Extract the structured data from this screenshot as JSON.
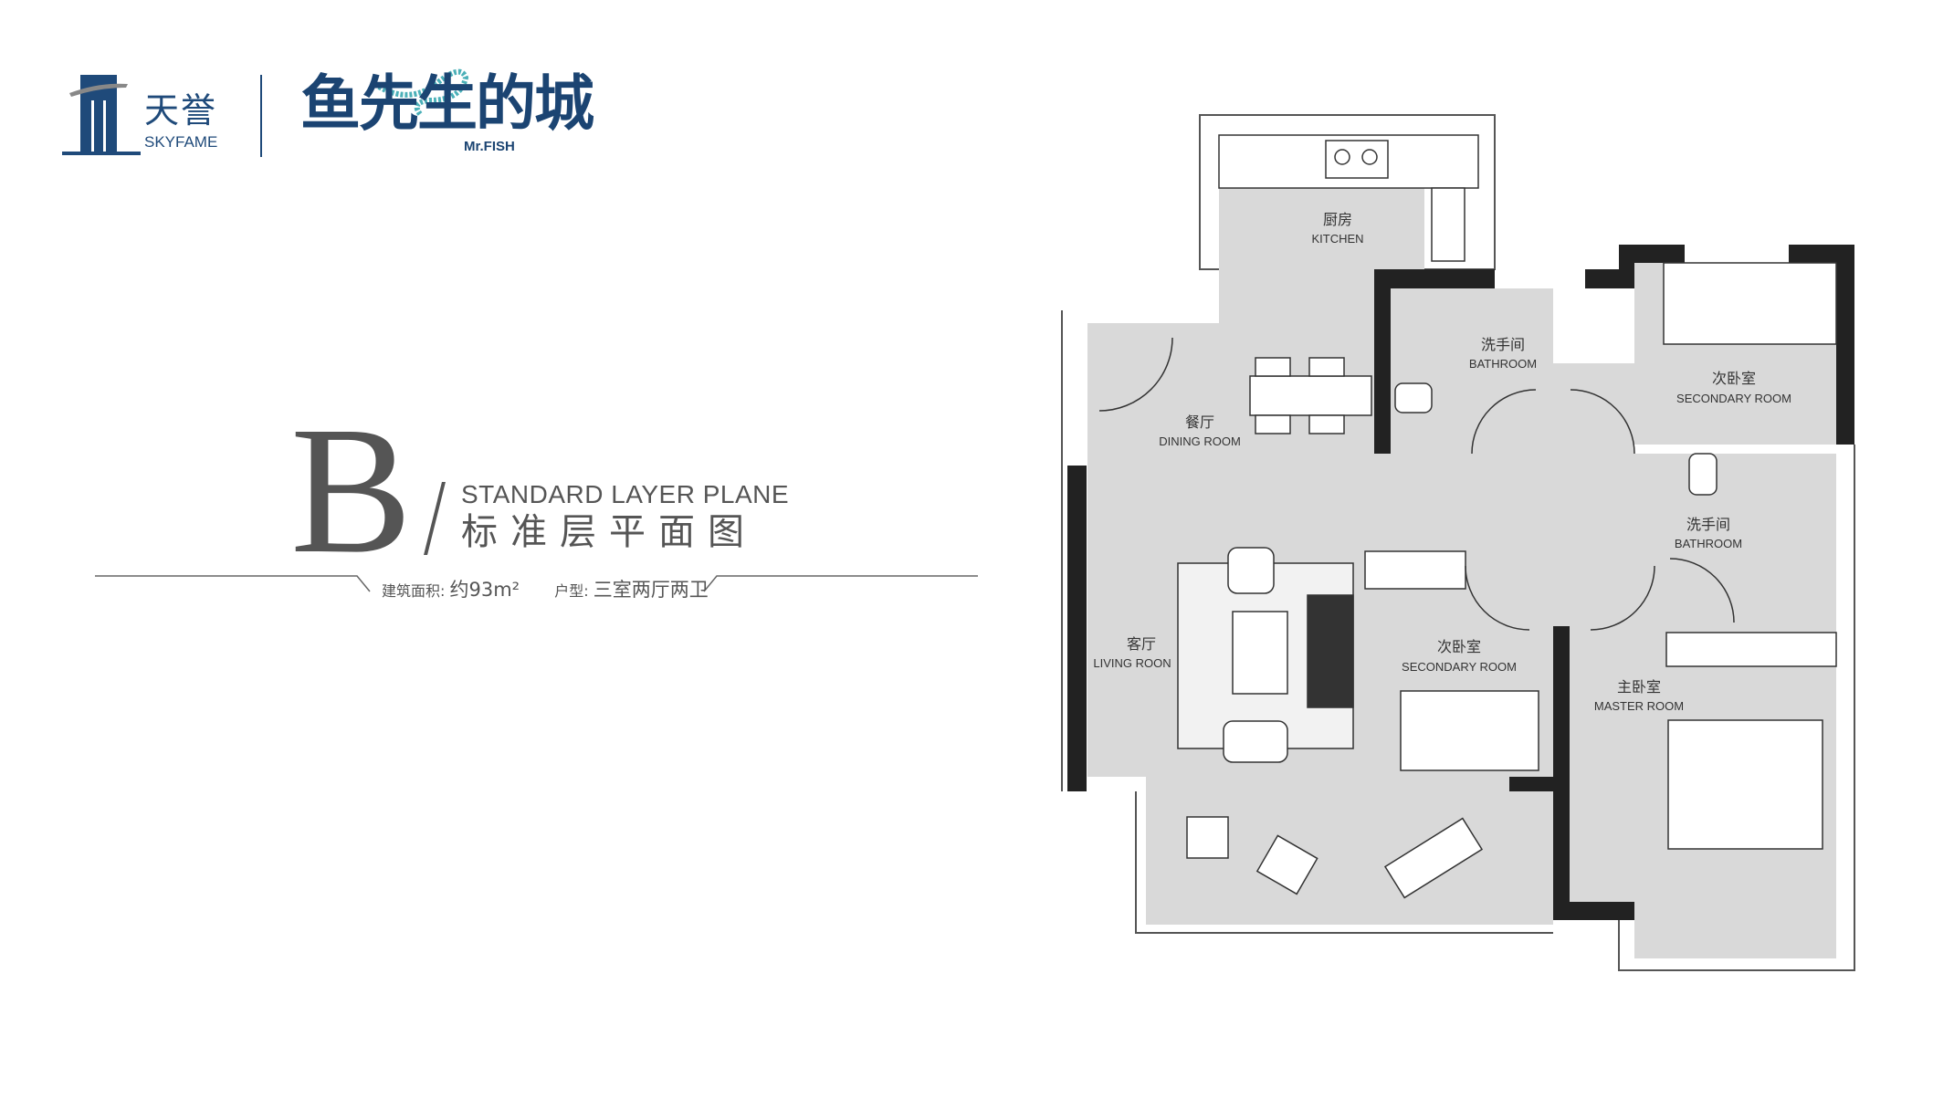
{
  "brand": {
    "name_cn": "天誉",
    "name_en": "SKYFAME"
  },
  "project": {
    "name_cn": "鱼先生的城",
    "name_en": "Mr.FISH"
  },
  "header": {
    "type_letter": "B",
    "title_en": "STANDARD LAYER PLANE",
    "title_cn": "标准层平面图"
  },
  "info": {
    "area_label": "建筑面积:",
    "area_value": "约93m²",
    "layout_label": "户型:",
    "layout_value": "三室两厅两卫"
  },
  "rooms": {
    "kitchen": {
      "cn": "厨房",
      "en": "KITCHEN"
    },
    "dining": {
      "cn": "餐厅",
      "en": "DINING ROOM"
    },
    "bathroom1": {
      "cn": "洗手间",
      "en": "BATHROOM"
    },
    "secondary1": {
      "cn": "次卧室",
      "en": "SECONDARY ROOM"
    },
    "bathroom2": {
      "cn": "洗手间",
      "en": "BATHROOM"
    },
    "living": {
      "cn": "客厅",
      "en": "LIVING ROON"
    },
    "secondary2": {
      "cn": "次卧室",
      "en": "SECONDARY ROOM"
    },
    "master": {
      "cn": "主卧室",
      "en": "MASTER ROOM"
    }
  },
  "colors": {
    "brand": "#1f4a7a",
    "floor": "#d9d9d9",
    "wall": "#222222"
  }
}
